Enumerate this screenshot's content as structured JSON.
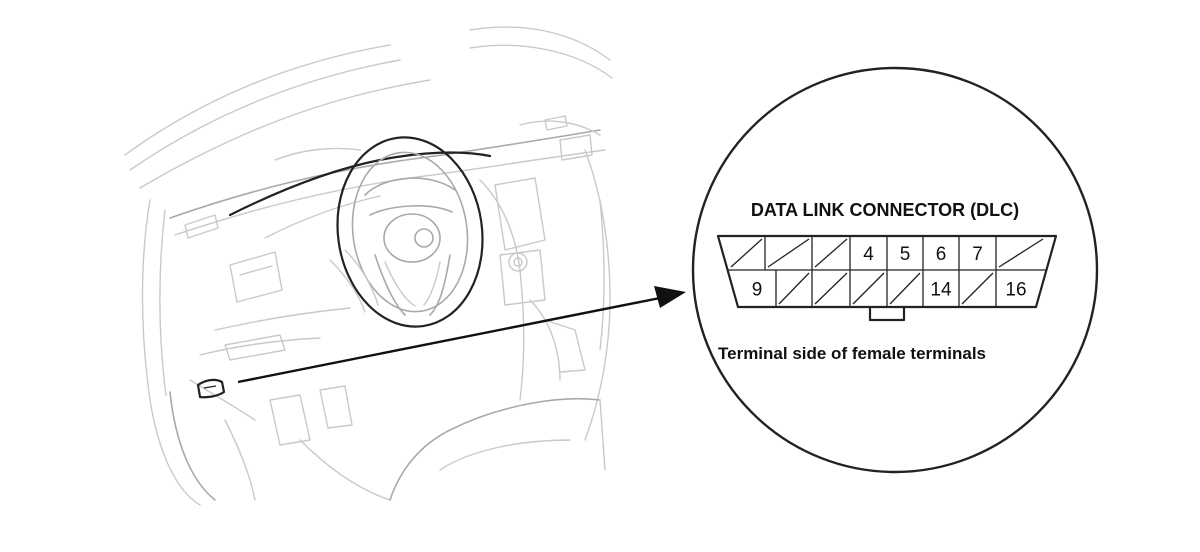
{
  "diagram": {
    "title": "DATA LINK CONNECTOR (DLC)",
    "caption": "Terminal side of female terminals",
    "connector": {
      "top_row": [
        {
          "label": "",
          "blank": true
        },
        {
          "label": "",
          "blank": true
        },
        {
          "label": "",
          "blank": true
        },
        {
          "label": "4",
          "blank": false
        },
        {
          "label": "5",
          "blank": false
        },
        {
          "label": "6",
          "blank": false
        },
        {
          "label": "7",
          "blank": false
        },
        {
          "label": "",
          "blank": true
        }
      ],
      "bottom_row": [
        {
          "label": "9",
          "blank": false
        },
        {
          "label": "",
          "blank": true
        },
        {
          "label": "",
          "blank": true
        },
        {
          "label": "",
          "blank": true
        },
        {
          "label": "",
          "blank": true
        },
        {
          "label": "14",
          "blank": false
        },
        {
          "label": "",
          "blank": true
        },
        {
          "label": "16",
          "blank": false
        }
      ]
    }
  },
  "colors": {
    "ink": "#222222",
    "faint_line": "#c9c9c9",
    "background": "#ffffff"
  }
}
